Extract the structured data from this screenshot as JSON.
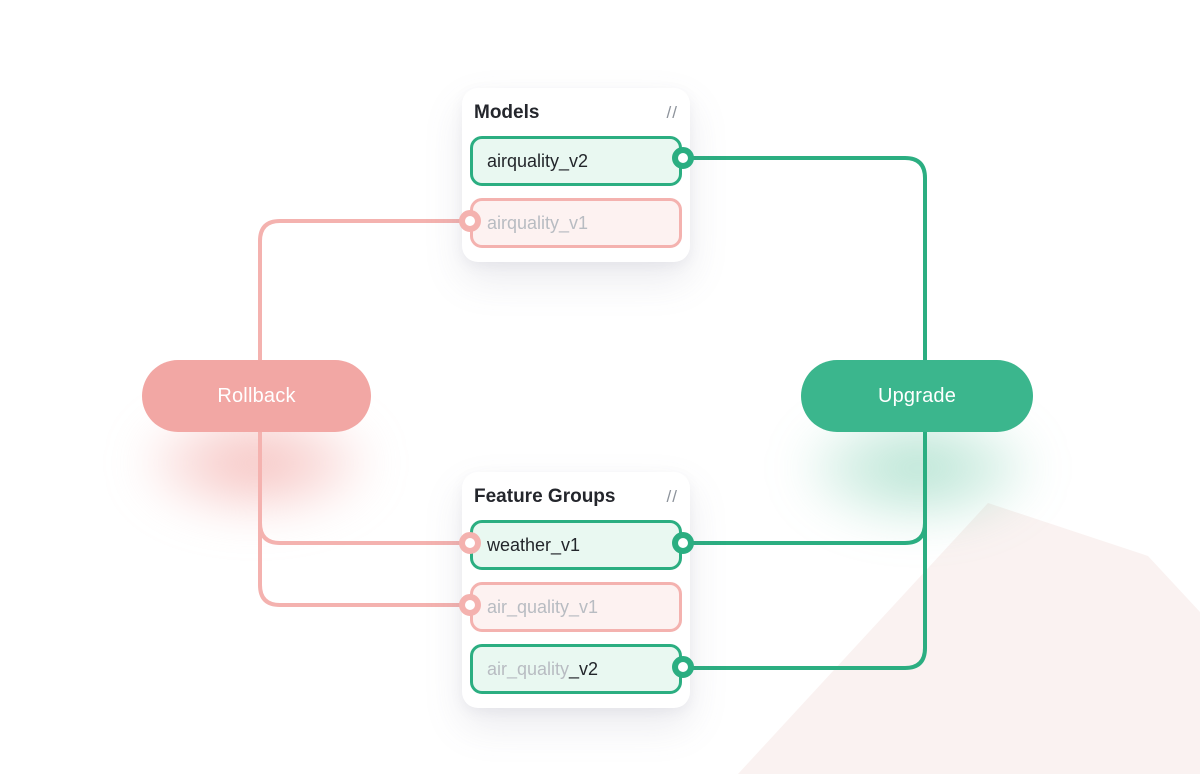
{
  "diagram": {
    "cards": {
      "models": {
        "title": "Models",
        "icon_glyph": "//",
        "nodes": [
          {
            "label": "airquality_v2",
            "state": "active"
          },
          {
            "label": "airquality_v1",
            "state": "inactive"
          }
        ]
      },
      "feature_groups": {
        "title": "Feature Groups",
        "icon_glyph": "//",
        "nodes": [
          {
            "label": "weather_v1",
            "state": "active"
          },
          {
            "label": "air_quality_v1",
            "state": "inactive"
          },
          {
            "label_muted": "air_quality",
            "label_rest": "_v2",
            "state": "active"
          }
        ]
      }
    },
    "actions": {
      "rollback": {
        "label": "Rollback"
      },
      "upgrade": {
        "label": "Upgrade"
      }
    },
    "colors": {
      "green_line": "#2bae81",
      "green_fill": "#e9f8f1",
      "green_button": "#3bb68d",
      "pink_line": "#f4b2af",
      "pink_fill": "#fdf2f1",
      "pink_button": "#f2a7a4",
      "text_dark": "#23262b",
      "text_muted": "#b8bcc2",
      "header_icon_gray": "#8d939b",
      "background_band": "#faf2f1"
    }
  }
}
